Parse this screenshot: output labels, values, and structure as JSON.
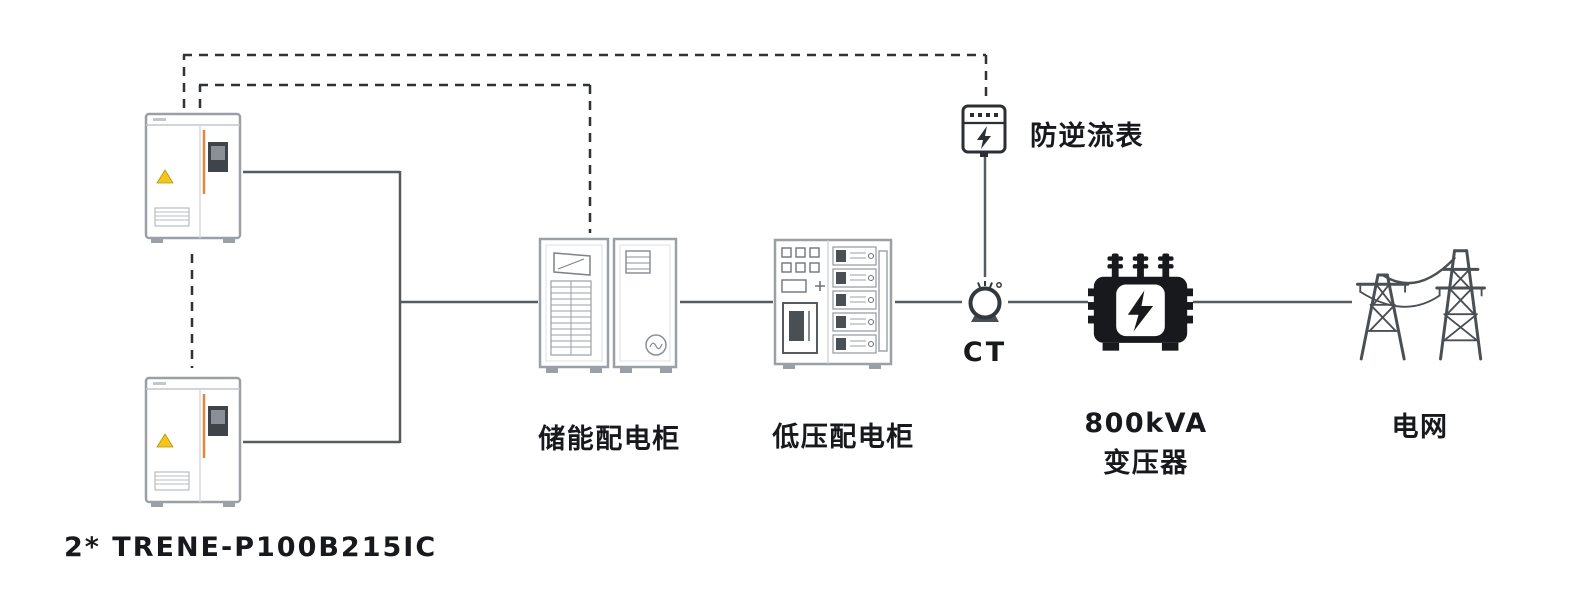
{
  "diagram": {
    "type": "energy-storage-single-line-diagram",
    "labels": {
      "battery_units": "2* TRENE-P100B215IC",
      "storage_cabinet": "储能配电柜",
      "lv_cabinet": "低压配电柜",
      "ct": "CT",
      "meter": "防逆流表",
      "transformer_line1": "800kVA",
      "transformer_line2": "变压器",
      "grid": "电网"
    },
    "nodes": [
      "battery-cabinet-1",
      "battery-cabinet-2",
      "storage-distribution-cabinet",
      "low-voltage-distribution-cabinet",
      "current-transformer",
      "anti-backflow-meter",
      "transformer-800kva",
      "power-grid"
    ],
    "connections": {
      "power_solid": [
        "battery-cabinet-1 - bus",
        "battery-cabinet-2 - bus",
        "bus - storage-distribution-cabinet",
        "storage-distribution-cabinet - low-voltage-distribution-cabinet",
        "low-voltage-distribution-cabinet - current-transformer",
        "current-transformer - transformer-800kva",
        "transformer-800kva - power-grid",
        "anti-backflow-meter - current-transformer"
      ],
      "signal_dashed": [
        "battery-cabinet-1 - anti-backflow-meter",
        "battery-cabinet-1 - storage-distribution-cabinet",
        "battery-cabinet-1 - battery-cabinet-2"
      ]
    },
    "colors": {
      "solid_line": "#565b60",
      "dashed_line": "#2f3337",
      "icon_outline_gray": "#9aa0a6",
      "icon_dark": "#17191c",
      "warning_yellow": "#f5c518",
      "accent_orange": "#e8833a",
      "text": "#17191c",
      "background": "#ffffff"
    }
  }
}
